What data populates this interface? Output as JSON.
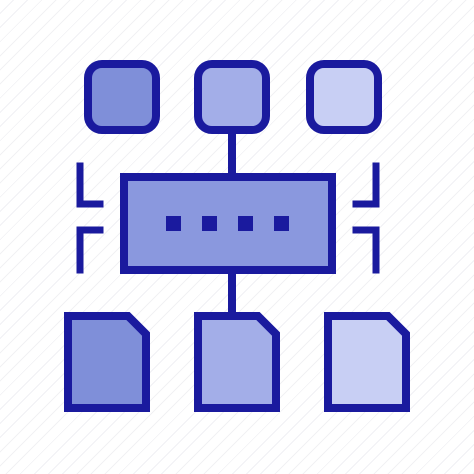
{
  "icon": {
    "name": "network-hub-icon",
    "colors": {
      "outline": "#1a1a9e",
      "fill_dark": "#7f8fd9",
      "fill_mid": "#93a0e2",
      "fill_light": "#b4bdee",
      "fill_lighter": "#c8cff4",
      "background_stripe": "#f1f1f4"
    },
    "components": [
      {
        "name": "top-node-left",
        "shape": "rounded-square"
      },
      {
        "name": "top-node-center",
        "shape": "rounded-square"
      },
      {
        "name": "top-node-right",
        "shape": "rounded-square"
      },
      {
        "name": "hub-box",
        "shape": "rectangle",
        "dots": 4
      },
      {
        "name": "document-left",
        "shape": "document"
      },
      {
        "name": "document-center",
        "shape": "document"
      },
      {
        "name": "document-right",
        "shape": "document"
      }
    ]
  }
}
